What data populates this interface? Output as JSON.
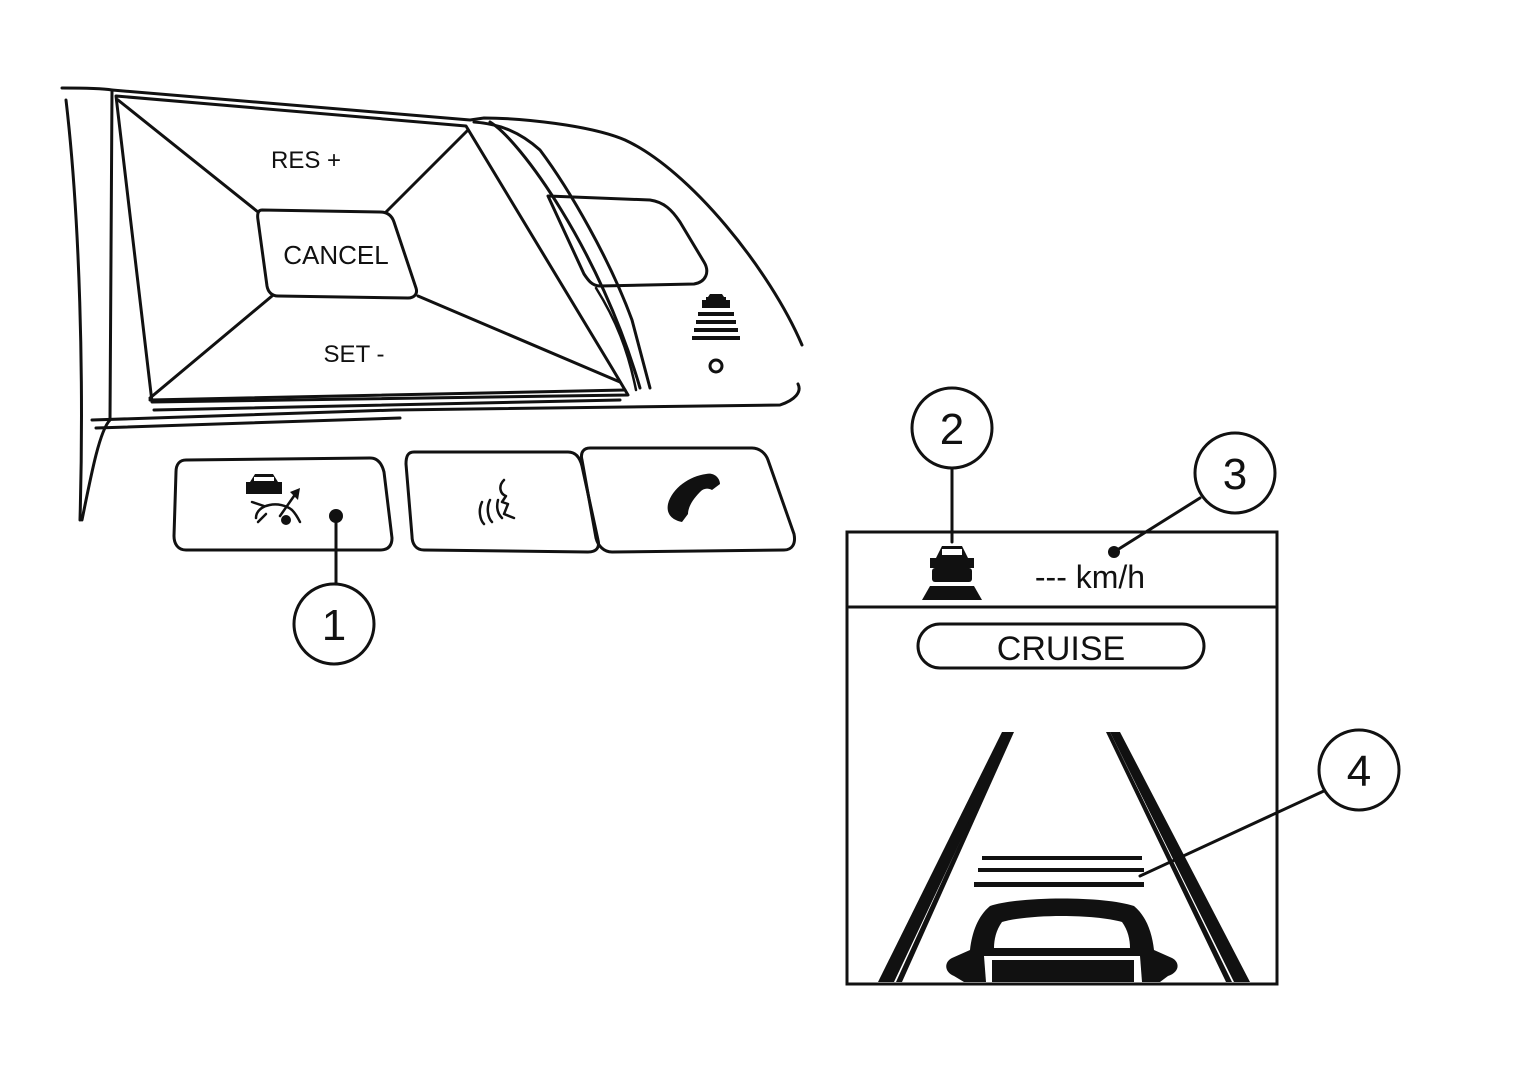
{
  "steering_switch": {
    "res_label": "RES +",
    "cancel_label": "CANCEL",
    "set_label": "SET -"
  },
  "display": {
    "speed_text": "--- km/h",
    "mode_text": "CRUISE"
  },
  "callouts": [
    "1",
    "2",
    "3",
    "4"
  ],
  "icons": {
    "distance_button": "vehicle-distance-icon",
    "cruise_switch": "cruise-mode-icon",
    "voice_button": "voice-recognition-icon",
    "phone_button": "phone-icon",
    "set_vehicle": "set-vehicle-icon",
    "lead_vehicle": "lead-vehicle-icon"
  },
  "colors": {
    "ink": "#111111",
    "paper": "#ffffff"
  }
}
